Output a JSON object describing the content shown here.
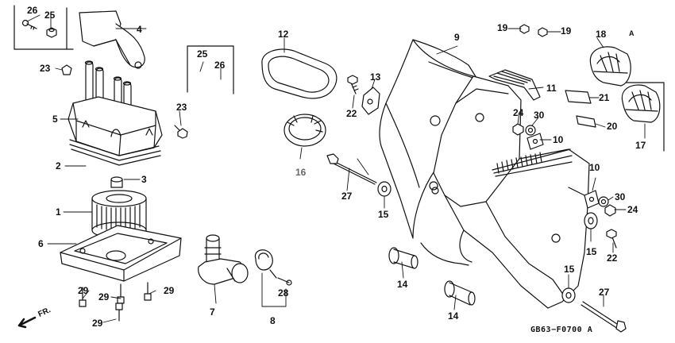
{
  "diagram": {
    "code": "GB63−F0700 A",
    "direction_label": "FR.",
    "callout_letter": "A",
    "callouts": {
      "c1": "1",
      "c2": "2",
      "c3": "3",
      "c4": "4",
      "c5": "5",
      "c6": "6",
      "c7": "7",
      "c8": "8",
      "c9": "9",
      "c10a": "10",
      "c10b": "10",
      "c11": "11",
      "c12": "12",
      "c13": "13",
      "c14a": "14",
      "c14b": "14",
      "c15a": "15",
      "c15b": "15",
      "c15c": "15",
      "c16": "16",
      "c17": "17",
      "c18": "18",
      "c19a": "19",
      "c19b": "19",
      "c20": "20",
      "c21": "21",
      "c22a": "22",
      "c22b": "22",
      "c23a": "23",
      "c23b": "23",
      "c24a": "24",
      "c24b": "24",
      "c25a": "25",
      "c25b": "25",
      "c26a": "26",
      "c26b": "26",
      "c27a": "27",
      "c27b": "27",
      "c28": "28",
      "c29a": "29",
      "c29b": "29",
      "c29c": "29",
      "c29d": "29",
      "c30a": "30",
      "c30b": "30"
    }
  }
}
